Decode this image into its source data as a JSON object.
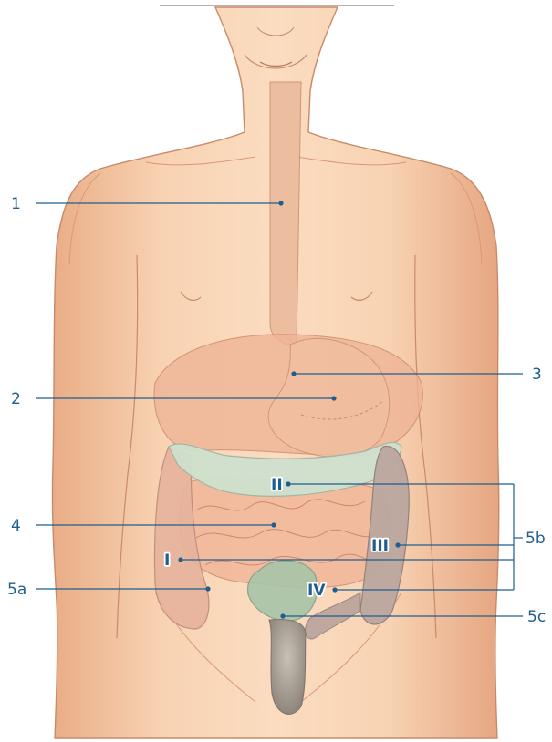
{
  "labels": {
    "esophagus": "1",
    "liver": "2",
    "stomach": "3",
    "small_intestine": "4",
    "colon_group_a": "5a",
    "colon_group_b": "5b",
    "colon_group_c": "5c"
  },
  "colon_sections": {
    "ascending": "I",
    "transverse": "II",
    "descending": "III",
    "sigmoid": "IV"
  },
  "colors": {
    "label": "#1f5e8f",
    "skin": "#f6c9a4",
    "skin_outline": "#c98a6a",
    "organ": "#eeb59a",
    "colon_transverse": "#c8dcc8",
    "colon_wall": "#cfa89b",
    "rectum": "#a59d93"
  }
}
